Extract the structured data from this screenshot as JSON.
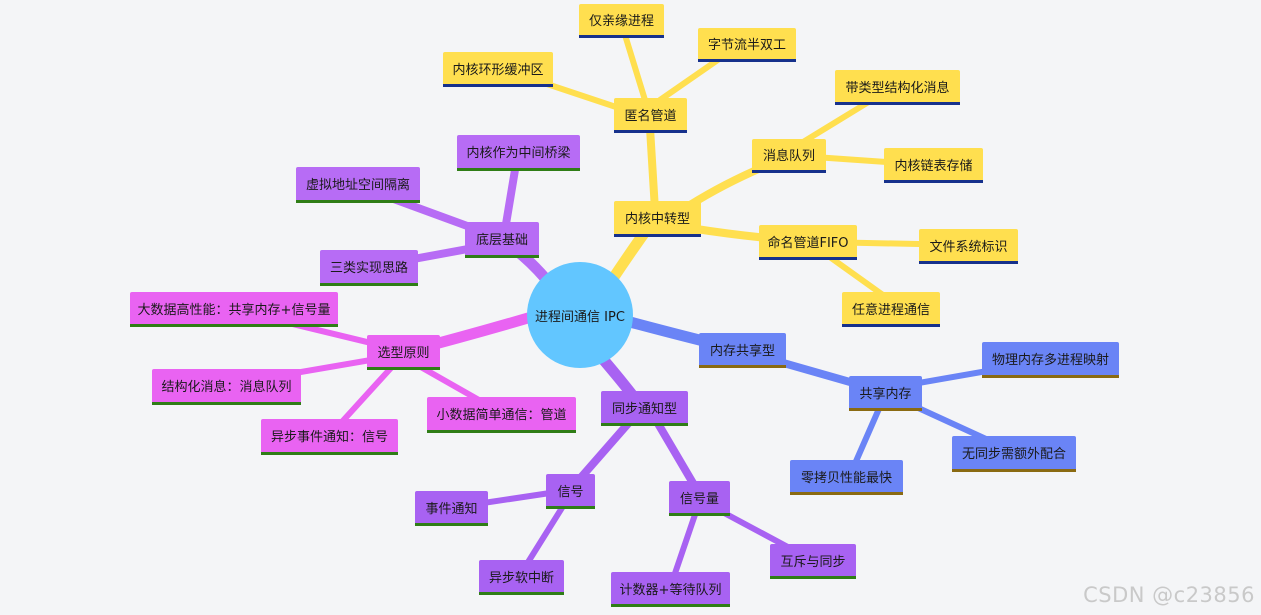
{
  "root": "进程间通信 IPC",
  "branches": {
    "kernel": {
      "label": "内核中转型",
      "anon_pipe": "匿名管道",
      "anon_pipe_children": [
        "仅亲缘进程",
        "字节流半双工",
        "内核环形缓冲区"
      ],
      "msg_queue": "消息队列",
      "msg_queue_children": [
        "带类型结构化消息",
        "内核链表存储"
      ],
      "fifo": "命名管道FIFO",
      "fifo_children": [
        "文件系统标识",
        "任意进程通信"
      ]
    },
    "shared": {
      "label": "内存共享型",
      "shm": "共享内存",
      "shm_children": [
        "物理内存多进程映射",
        "无同步需额外配合",
        "零拷贝性能最快"
      ]
    },
    "sync": {
      "label": "同步通知型",
      "signal": "信号",
      "signal_children": [
        "事件通知",
        "异步软中断"
      ],
      "semaphore": "信号量",
      "semaphore_children": [
        "计数器+等待队列",
        "互斥与同步"
      ]
    },
    "principle": {
      "label": "选型原则",
      "children": [
        "大数据高性能：共享内存+信号量",
        "结构化消息：消息队列",
        "异步事件通知：信号",
        "小数据简单通信：管道"
      ]
    },
    "basis": {
      "label": "底层基础",
      "children": [
        "内核作为中间桥梁",
        "虚拟地址空间隔离",
        "三类实现思路"
      ]
    }
  },
  "watermark": "CSDN @c23856"
}
